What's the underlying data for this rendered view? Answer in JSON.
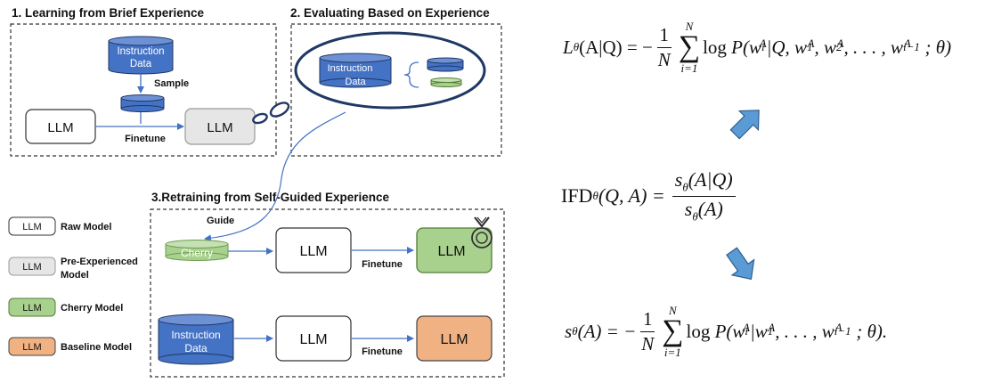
{
  "panels": {
    "p1_title": "1. Learning from Brief Experience",
    "p2_title": "2. Evaluating Based on Experience",
    "p3_title": "3.Retraining from Self-Guided Experience"
  },
  "labels": {
    "instruction": "Instruction",
    "data": "Data",
    "sample": "Sample",
    "finetune": "Finetune",
    "guide": "Guide",
    "cherry": "Cherry",
    "llm": "LLM"
  },
  "legend": [
    {
      "box": "LLM",
      "text1": "Raw Model",
      "text2": "",
      "color": "#ffffff"
    },
    {
      "box": "LLM",
      "text1": "Pre-Experienced",
      "text2": "Model",
      "color": "#e6e6e6"
    },
    {
      "box": "LLM",
      "text1": "Cherry Model",
      "text2": "",
      "color": "#a9d18e"
    },
    {
      "box": "LLM",
      "text1": "Baseline Model",
      "text2": "",
      "color": "#f0b183"
    }
  ],
  "colors": {
    "cylinder_blue": "#4472c4",
    "cylinder_top": "#6e91d6",
    "cherry_green": "#a9d18e",
    "baseline_orange": "#f0b183",
    "pre_gray": "#e6e6e6",
    "dark_outline": "#1f3864",
    "arrow_blue": "#5b9bd5"
  },
  "formulas": {
    "loss": {
      "lhs_L": "L",
      "theta": "θ",
      "lhs_args": "(A|Q) = −",
      "frac_num": "1",
      "frac_den": "N",
      "sum_top": "N",
      "sum_bot": "i=1",
      "log": "log",
      "P": "P",
      "body": "(w",
      "rest": "|Q, w",
      "rest2": ", w",
      "rest3": ", . . . , w",
      "close": "; θ)",
      "sub_i": "i",
      "sub_1": "1",
      "sub_2": "2",
      "sub_im1": "i−1",
      "sup_A": "A"
    },
    "ifd": {
      "name": "IFD",
      "theta": "θ",
      "args": "(Q, A) =",
      "num": "s",
      "num_args": "(A|Q)",
      "den": "s",
      "den_args": "(A)"
    },
    "s": {
      "s": "s",
      "theta": "θ",
      "args": "(A) = −",
      "frac_num": "1",
      "frac_den": "N",
      "sum_top": "N",
      "sum_bot": "i=1",
      "log": "log",
      "P": "P",
      "body": "(w",
      "rest": "|w",
      "rest2": ", . . . , w",
      "close": "; θ).",
      "sub_i": "i",
      "sub_1": "1",
      "sub_im1": "i−1",
      "sup_A": "A"
    }
  }
}
